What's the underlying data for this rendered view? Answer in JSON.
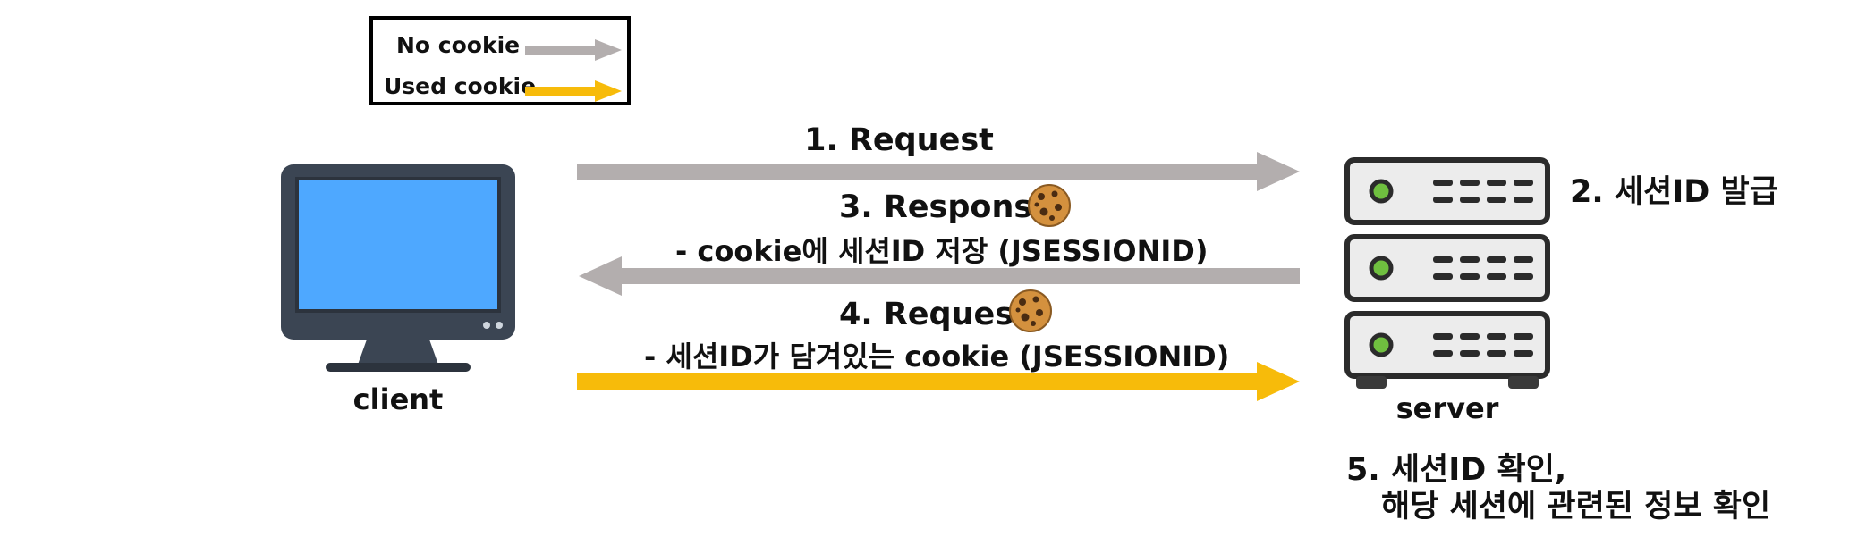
{
  "legend": {
    "items": [
      {
        "label": "No cookie",
        "color": "#b3aeae"
      },
      {
        "label": "Used cookie",
        "color": "#f7bb0a"
      }
    ]
  },
  "client_label": "client",
  "server_label": "server",
  "steps": {
    "step1": {
      "title": "1. Request"
    },
    "step2": {
      "title": "2. 세션ID 발급"
    },
    "step3": {
      "title": "3. Response",
      "detail": "- cookie에 세션ID 저장 (JSESSIONID)"
    },
    "step4": {
      "title": "4. Request",
      "detail": "- 세션ID가 담겨있는 cookie (JSESSIONID)"
    },
    "step5": {
      "line1": "5. 세션ID 확인,",
      "line2": "해당 세션에 관련된 정보 확인"
    }
  },
  "colors": {
    "no_cookie": "#b3aeae",
    "used_cookie": "#f7bb0a",
    "monitor_screen": "#4ea8ff",
    "monitor_frame": "#3b4553",
    "server_body": "#ececec"
  },
  "icons": [
    "monitor-icon",
    "server-icon",
    "cookie-icon"
  ]
}
